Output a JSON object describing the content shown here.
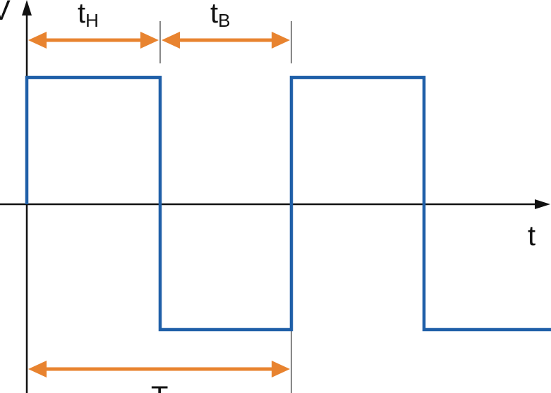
{
  "labels": {
    "y_axis": "V",
    "x_axis": "t",
    "high_time": "t",
    "high_time_sub": "H",
    "low_time": "t",
    "low_time_sub": "B",
    "period": "T"
  },
  "colors": {
    "signal": "#1f5fa8",
    "dimension": "#e8832f",
    "axis": "#111111",
    "guide": "#111111"
  }
}
